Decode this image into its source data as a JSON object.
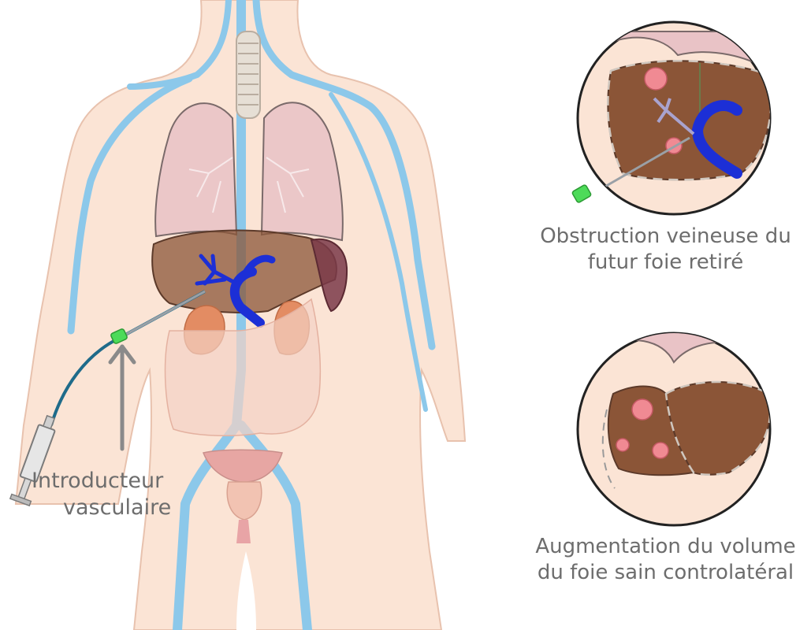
{
  "labels": {
    "introducer": {
      "line1": "Introducteur",
      "line2": "vasculaire"
    },
    "obstruction": {
      "line1": "Obstruction veineuse du",
      "line2": "futur foie retiré"
    },
    "augmentation": {
      "line1": "Augmentation du volume",
      "line2": "du foie sain controlatéral"
    }
  },
  "colors": {
    "skin": "#fbe4d5",
    "skin_outline": "#e8c2ae",
    "vein": "#8cc8ea",
    "lung": "#e9c3c6",
    "liver": "#8b5537",
    "portal_vein": "#1c2fd6",
    "kidney": "#e38c63",
    "catheter_tip": "#4ddb59",
    "label_text": "#6d6d6d"
  },
  "icons": [
    "syringe-icon",
    "catheter-introducer-icon",
    "arrow-up-icon",
    "tumor-icon"
  ]
}
